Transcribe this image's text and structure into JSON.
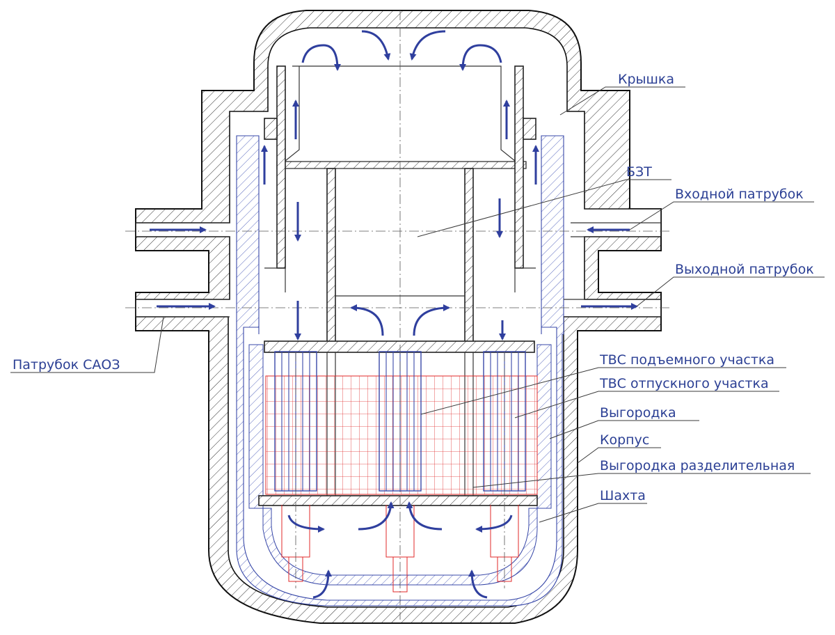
{
  "labels": {
    "lid": "Крышка",
    "bzt": "БЗТ",
    "inlet": "Входной патрубок",
    "outlet": "Выходной патрубок",
    "saoz": "Патрубок САОЗ",
    "tvs_lift": "ТВС подъемного участка",
    "tvs_release": "ТВС отпускного участка",
    "baffle": "Выгородка",
    "vessel": "Корпус",
    "baffle_split": "Выгородка разделительная",
    "shaft": "Шахта"
  },
  "colors": {
    "label": "#2b3f94",
    "flow_arrow": "#2f3f9e",
    "core_grid": "#e02a2a",
    "internals": "#3848a8",
    "outline": "#111111"
  }
}
